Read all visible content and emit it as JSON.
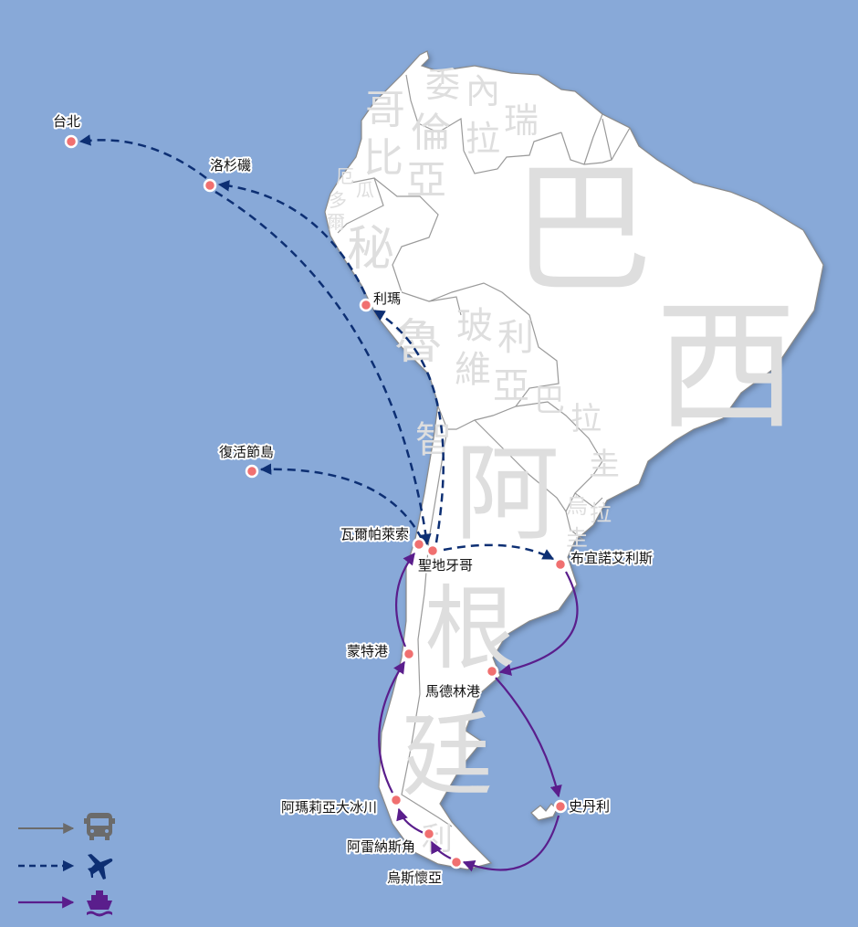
{
  "colors": {
    "sea": "#88a9d8",
    "land": "#ffffff",
    "flight": "#0d2f73",
    "ship": "#5a1e8c",
    "bus": "#6b6b6b",
    "city": "#f07070"
  },
  "legend": [
    {
      "mode": "bus",
      "icon": "bus-icon",
      "line": "solid-gray"
    },
    {
      "mode": "flight",
      "icon": "airplane-icon",
      "line": "dashed-navy"
    },
    {
      "mode": "ship",
      "icon": "ship-icon",
      "line": "solid-purple"
    }
  ],
  "countries": {
    "brazil": [
      "巴",
      "西"
    ],
    "argentina": [
      "阿",
      "根",
      "廷"
    ],
    "colombia": [
      "哥",
      "倫",
      "比",
      "亞"
    ],
    "venezuela": [
      "委",
      "內",
      "瑞",
      "拉"
    ],
    "ecuador": [
      "厄",
      "瓜",
      "多",
      "爾"
    ],
    "peru": [
      "秘",
      "魯"
    ],
    "bolivia": [
      "玻",
      "利",
      "維",
      "亞"
    ],
    "paraguay": [
      "巴",
      "拉",
      "圭"
    ],
    "uruguay": [
      "烏",
      "拉",
      "圭"
    ],
    "chile": [
      "智",
      "利"
    ]
  },
  "cities": {
    "taipei": "台北",
    "los_angeles": "洛杉磯",
    "lima": "利瑪",
    "easter_island": "復活節島",
    "valparaiso": "瓦爾帕萊索",
    "santiago": "聖地牙哥",
    "buenos_aires": "布宜諾艾利斯",
    "puerto_montt": "蒙特港",
    "puerto_madryn": "馬德林港",
    "stanley": "史丹利",
    "perito_moreno": "阿瑪莉亞大冰川",
    "punta_arenas": "阿雷納斯角",
    "ushuaia": "烏斯懷亞"
  }
}
